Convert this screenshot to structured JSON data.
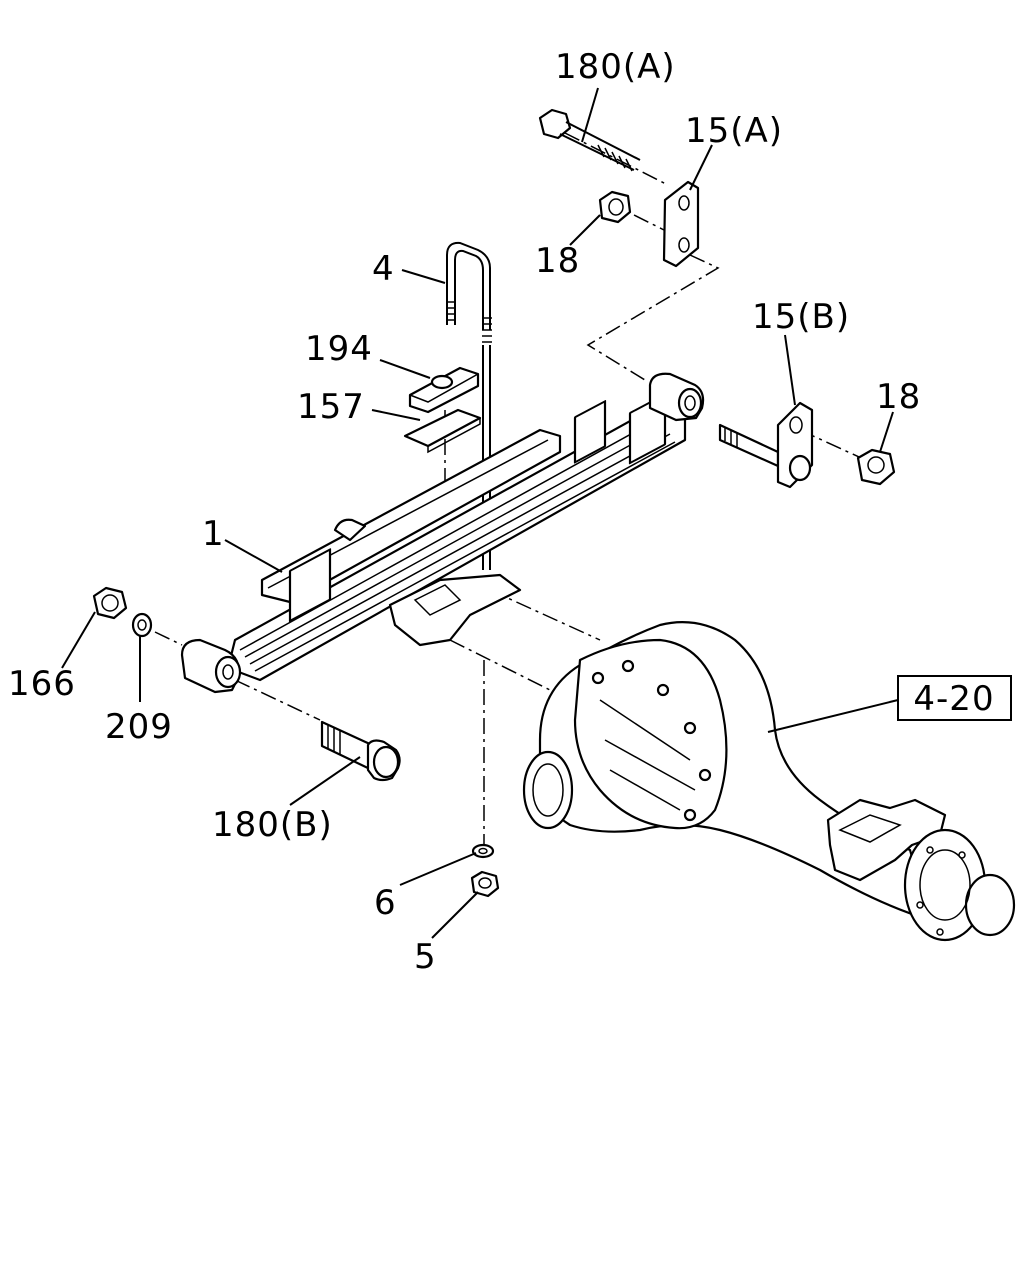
{
  "labels": {
    "bolt_front_a": "180(A)",
    "shackle_a": "15(A)",
    "nut_upper": "18",
    "u_bolt": "4",
    "bracket_194": "194",
    "plate_157": "157",
    "shackle_b": "15(B)",
    "nut_right": "18",
    "leaf_spring": "1",
    "nut_166": "166",
    "washer_209": "209",
    "bolt_rear_b": "180(B)",
    "washer_6": "6",
    "nut_5": "5",
    "reference_box": "4-20"
  }
}
